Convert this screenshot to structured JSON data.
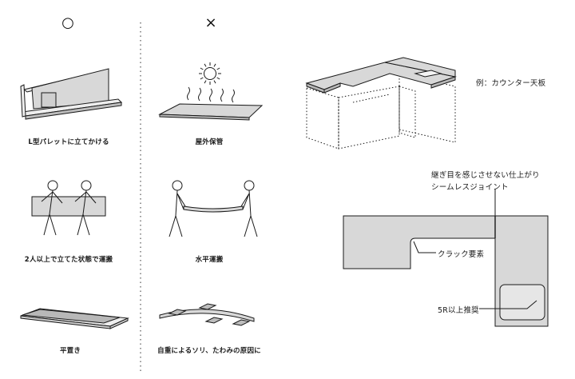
{
  "left_panel": {
    "good_mark": "○",
    "bad_mark": "×",
    "good": [
      {
        "caption": "L型パレットに立てかける"
      },
      {
        "caption": "2人以上で立てた状態で運搬"
      },
      {
        "caption": "平置き"
      }
    ],
    "bad": [
      {
        "caption": "屋外保管"
      },
      {
        "caption": "水平運搬"
      },
      {
        "caption": "自重によるソリ、たわみの原因に"
      }
    ]
  },
  "right_panel": {
    "example_label": "例：カウンター天板",
    "seam_note_line1": "継ぎ目を感じさせない仕上がり",
    "seam_note_line2": "シームレスジョイント",
    "crack_label": "クラック要素",
    "radius_label": "5R以上推奨"
  },
  "colors": {
    "slab_fill": "#d8d8d8",
    "line": "#1a1a1a",
    "divider": "#555555"
  }
}
